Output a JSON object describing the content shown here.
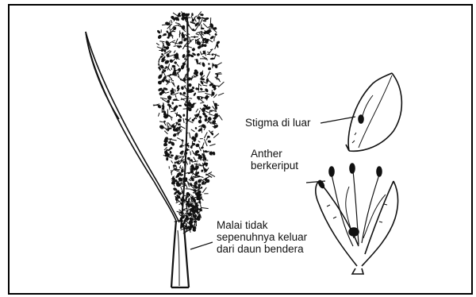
{
  "labels": {
    "stigma": "Stigma di luar",
    "anther": [
      "Anther",
      "berkeriput"
    ],
    "malai": [
      "Malai tidak",
      "sepenuhnya keluar",
      "dari daun bendera"
    ]
  },
  "colors": {
    "ink": "#111111",
    "background": "#ffffff",
    "border": "#000000"
  }
}
